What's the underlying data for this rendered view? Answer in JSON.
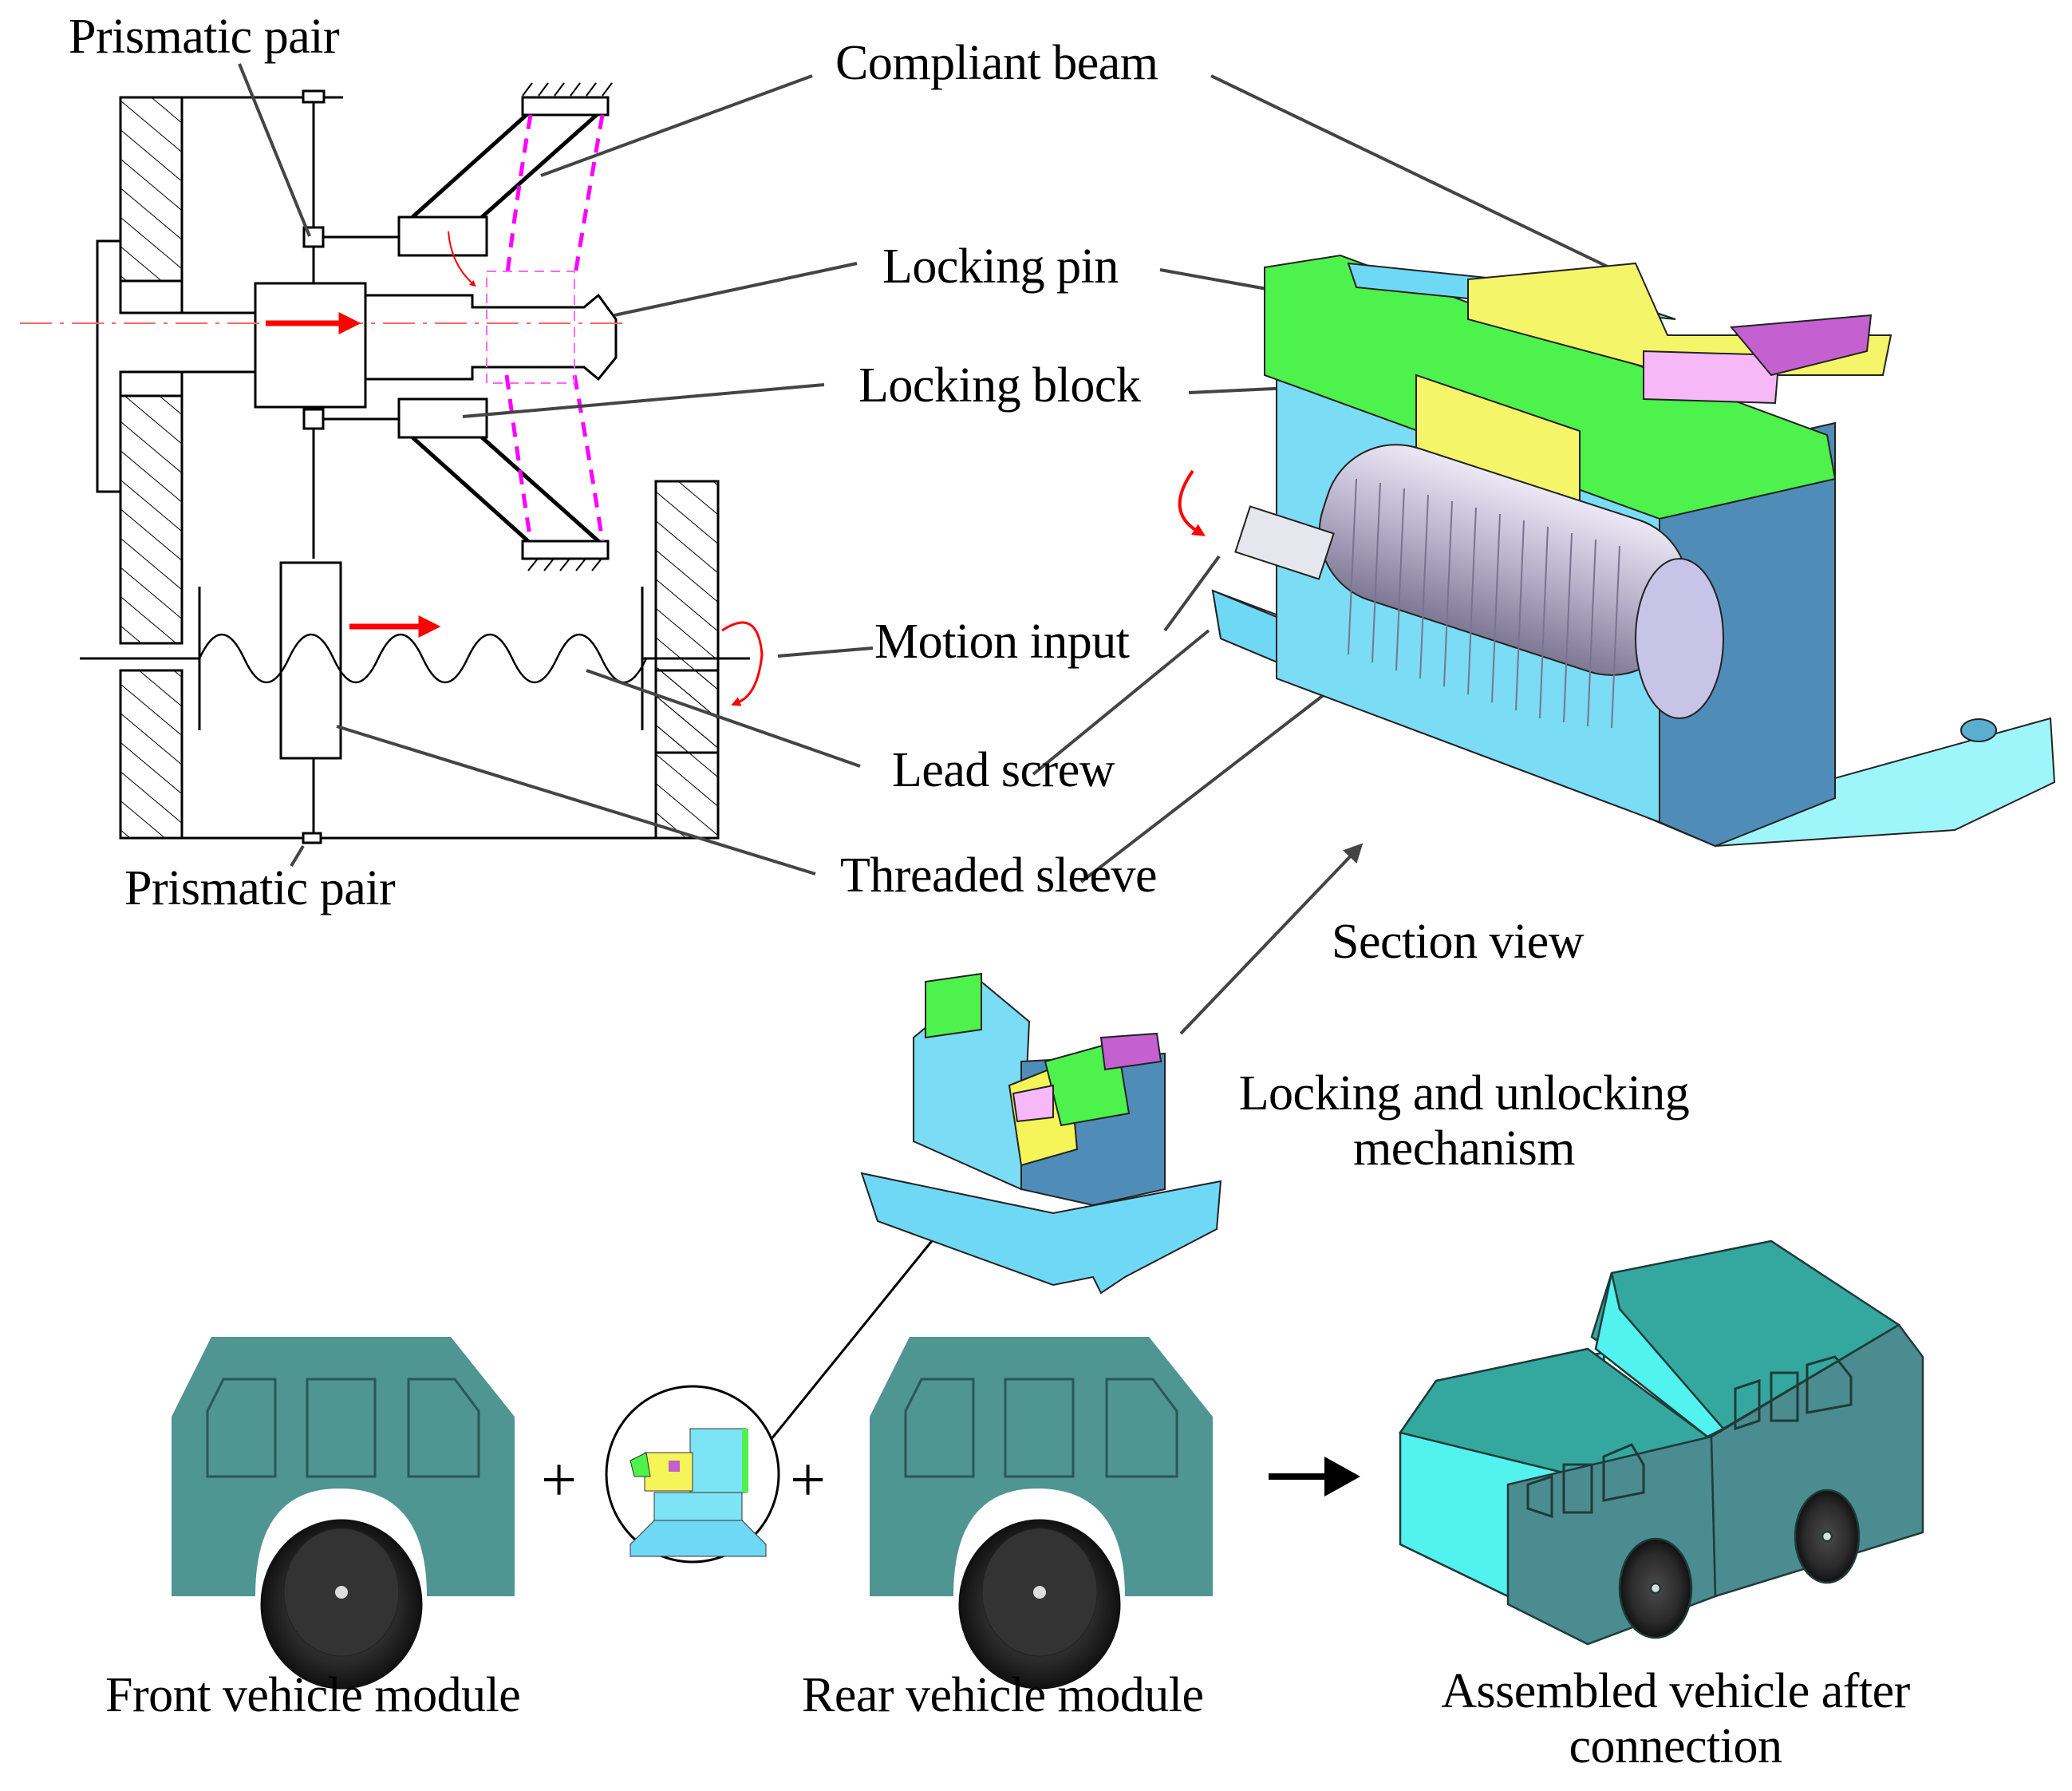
{
  "figure": {
    "colors": {
      "background": "#ffffff",
      "line": "#000000",
      "leader": "#444444",
      "motion_arrow": "#ff0000",
      "centerline": "#ff6a6a",
      "deformed_beam": "#ff00ff",
      "part_blue": "#6fd8f5",
      "part_blue_dark": "#4f8db8",
      "part_green": "#3ef03e",
      "part_yellow": "#f5f55a",
      "part_pink": "#f6b8f6",
      "part_purple": "#c460d0",
      "screw_gray": "#c9c4dc",
      "vehicle_teal": "#4f9592",
      "vehicle_cyan": "#52f2ee",
      "wheel_black": "#1d1d1d"
    },
    "schematic": {
      "labels": {
        "prismatic_pair_top": "Prismatic pair",
        "prismatic_pair_bottom": "Prismatic pair",
        "compliant_beam": "Compliant beam",
        "locking_pin": "Locking pin",
        "locking_block": "Locking block",
        "motion_input": "Motion input",
        "lead_screw": "Lead screw",
        "threaded_sleeve": "Threaded sleeve"
      }
    },
    "section": {
      "section_view_label": "Section view",
      "mechanism_label_line1": "Locking and unlocking",
      "mechanism_label_line2": "mechanism"
    },
    "assembly": {
      "front_module_label": "Front vehicle module",
      "rear_module_label": "Rear vehicle module",
      "assembled_label_line1": "Assembled vehicle after",
      "assembled_label_line2": "connection",
      "plus_symbol": "+",
      "result_arrow": "→"
    }
  }
}
